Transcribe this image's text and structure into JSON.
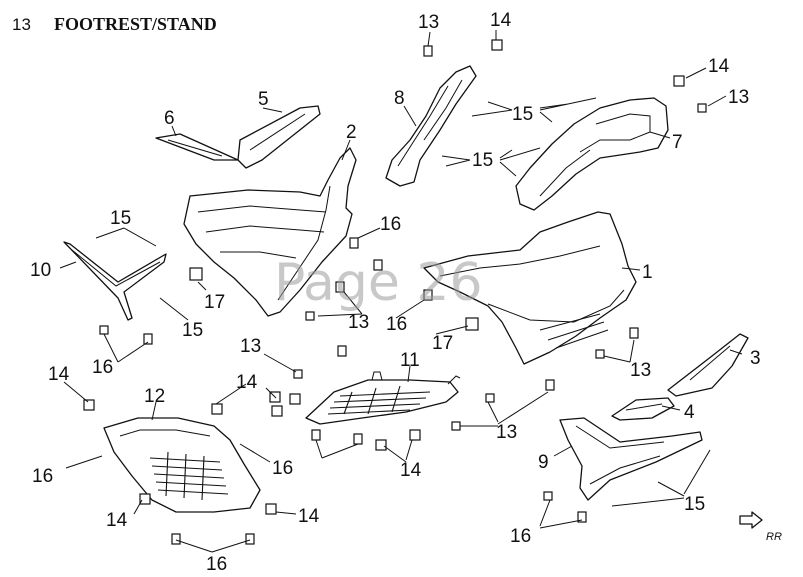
{
  "header": {
    "section_number": "13",
    "section_title": "FOOTREST/STAND"
  },
  "watermark": "Page 26",
  "direction_marker": "RR",
  "callouts": [
    {
      "id": "c-13-top",
      "label": "13"
    },
    {
      "id": "c-14-top",
      "label": "14"
    },
    {
      "id": "c-14-tr",
      "label": "14"
    },
    {
      "id": "c-13-tr",
      "label": "13"
    },
    {
      "id": "c-5",
      "label": "5"
    },
    {
      "id": "c-6",
      "label": "6"
    },
    {
      "id": "c-8",
      "label": "8"
    },
    {
      "id": "c-15-a",
      "label": "15"
    },
    {
      "id": "c-15-b",
      "label": "15"
    },
    {
      "id": "c-7",
      "label": "7"
    },
    {
      "id": "c-2",
      "label": "2"
    },
    {
      "id": "c-15-c",
      "label": "15"
    },
    {
      "id": "c-16-a",
      "label": "16"
    },
    {
      "id": "c-10",
      "label": "10"
    },
    {
      "id": "c-1",
      "label": "1"
    },
    {
      "id": "c-17-a",
      "label": "17"
    },
    {
      "id": "c-15-d",
      "label": "15"
    },
    {
      "id": "c-13-mid",
      "label": "13"
    },
    {
      "id": "c-16-b",
      "label": "16"
    },
    {
      "id": "c-17-b",
      "label": "17"
    },
    {
      "id": "c-16-c",
      "label": "16"
    },
    {
      "id": "c-13-l",
      "label": "13"
    },
    {
      "id": "c-3",
      "label": "3"
    },
    {
      "id": "c-13-r",
      "label": "13"
    },
    {
      "id": "c-11",
      "label": "11"
    },
    {
      "id": "c-14-l",
      "label": "14"
    },
    {
      "id": "c-14-mid",
      "label": "14"
    },
    {
      "id": "c-12",
      "label": "12"
    },
    {
      "id": "c-13-low",
      "label": "13"
    },
    {
      "id": "c-4",
      "label": "4"
    },
    {
      "id": "c-16-d",
      "label": "16"
    },
    {
      "id": "c-16-e",
      "label": "16"
    },
    {
      "id": "c-14-low",
      "label": "14"
    },
    {
      "id": "c-9",
      "label": "9"
    },
    {
      "id": "c-15-e",
      "label": "15"
    },
    {
      "id": "c-14-bl",
      "label": "14"
    },
    {
      "id": "c-14-bm",
      "label": "14"
    },
    {
      "id": "c-16-f",
      "label": "16"
    },
    {
      "id": "c-16-g",
      "label": "16"
    }
  ]
}
